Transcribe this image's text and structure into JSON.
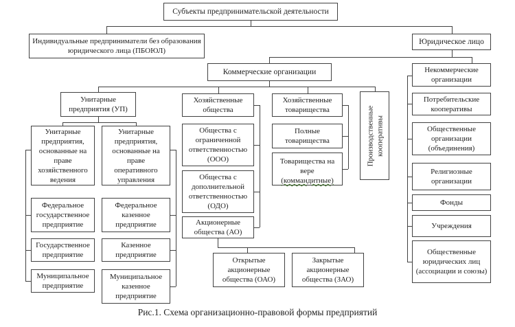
{
  "diagram": {
    "caption": "Рис.1. Схема организационно-правовой формы предприятий",
    "colors": {
      "line": "#404040",
      "text": "#1f1f1f",
      "background": "#ffffff",
      "misspell_underline": "#3f7a28"
    },
    "nodes": {
      "root": "Субъекты предпринимательской деятельности",
      "individual_entrepreneurs": "Индивидуальные предприниматели без образования юридического лица (ПБОЮЛ)",
      "legal_entity": "Юридическое лицо",
      "commercial_orgs": "Коммерческие организации",
      "noncommercial_orgs": "Некоммерческие организации",
      "unitary_enterprises": "Унитарные предприятия (УП)",
      "business_companies": "Хозяйственные общества",
      "business_partnerships": "Хозяйственные товарищества",
      "production_cooperatives": "Производственные кооперативы",
      "unitary_economic_mgmt": "Унитарные предприятия, основанные на праве хозяйственного ведения",
      "unitary_operative_mgmt": "Унитарные предприятия, основанные на праве оперативного управления",
      "federal_state_enterprise": "Федеральное государственное предприятие",
      "state_enterprise": "Государственное предприятие",
      "municipal_enterprise": "Муниципальное предприятие",
      "federal_treasury_enterprise": "Федеральное казенное предприятие",
      "treasury_enterprise": "Казенное предприятие",
      "municipal_treasury_enterprise": "Муниципальное казенное предприятие",
      "ooo": "Общества с ограниченной ответственностью (ООО)",
      "odo": "Общества с дополнительной ответственностью (ОДО)",
      "ao": "Акционерные общества (АО)",
      "oao": "Открытые акционерные общества (ОАО)",
      "zao": "Закрытые акционерные общества (ЗАО)",
      "full_partnerships": "Полные товарищества",
      "faith_partnerships_main": "Товарищества на вере",
      "faith_partnerships_underlined": "(коммандитные)",
      "consumer_cooperatives": "Потребительские кооперативы",
      "public_organizations": "Общественные организации (объединения)",
      "religious_organizations": "Религиозные организации",
      "funds": "Фонды",
      "institutions": "Учреждения",
      "public_legal_associations": "Общественные юридических лиц (ассоциации и союзы)"
    }
  }
}
